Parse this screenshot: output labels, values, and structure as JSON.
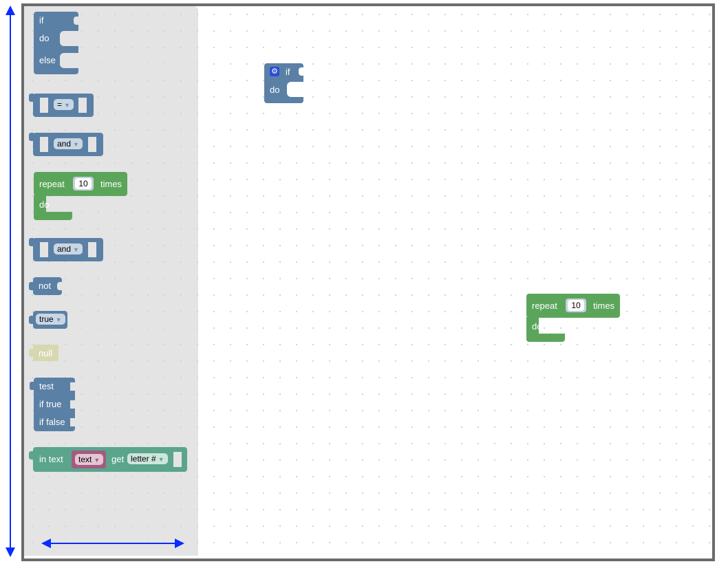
{
  "flyout": {
    "if_block": {
      "if": "if",
      "do": "do",
      "else": "else"
    },
    "compare_block": {
      "operator": "="
    },
    "and_block_1": {
      "operator": "and"
    },
    "repeat_block": {
      "repeat": "repeat",
      "times_value": "10",
      "times": "times",
      "do": "do"
    },
    "and_block_2": {
      "operator": "and"
    },
    "not_block": {
      "label": "not"
    },
    "boolean_block": {
      "value": "true"
    },
    "null_block": {
      "label": "null"
    },
    "ternary_block": {
      "test": "test",
      "if_true": "if true",
      "if_false": "if false"
    },
    "text_char_block": {
      "in_text": "in text",
      "variable": "text",
      "get": "get",
      "mode": "letter #"
    }
  },
  "workspace": {
    "if_block": {
      "if": "if",
      "do": "do"
    },
    "repeat_block": {
      "repeat": "repeat",
      "times_value": "10",
      "times": "times",
      "do": "do"
    }
  },
  "colors": {
    "logic": "#5b80a5",
    "loops": "#5ba55b",
    "text": "#5ba58c",
    "variables": "#a55b80",
    "frame": "#6b6b6b",
    "arrows": "#0a2cff"
  }
}
